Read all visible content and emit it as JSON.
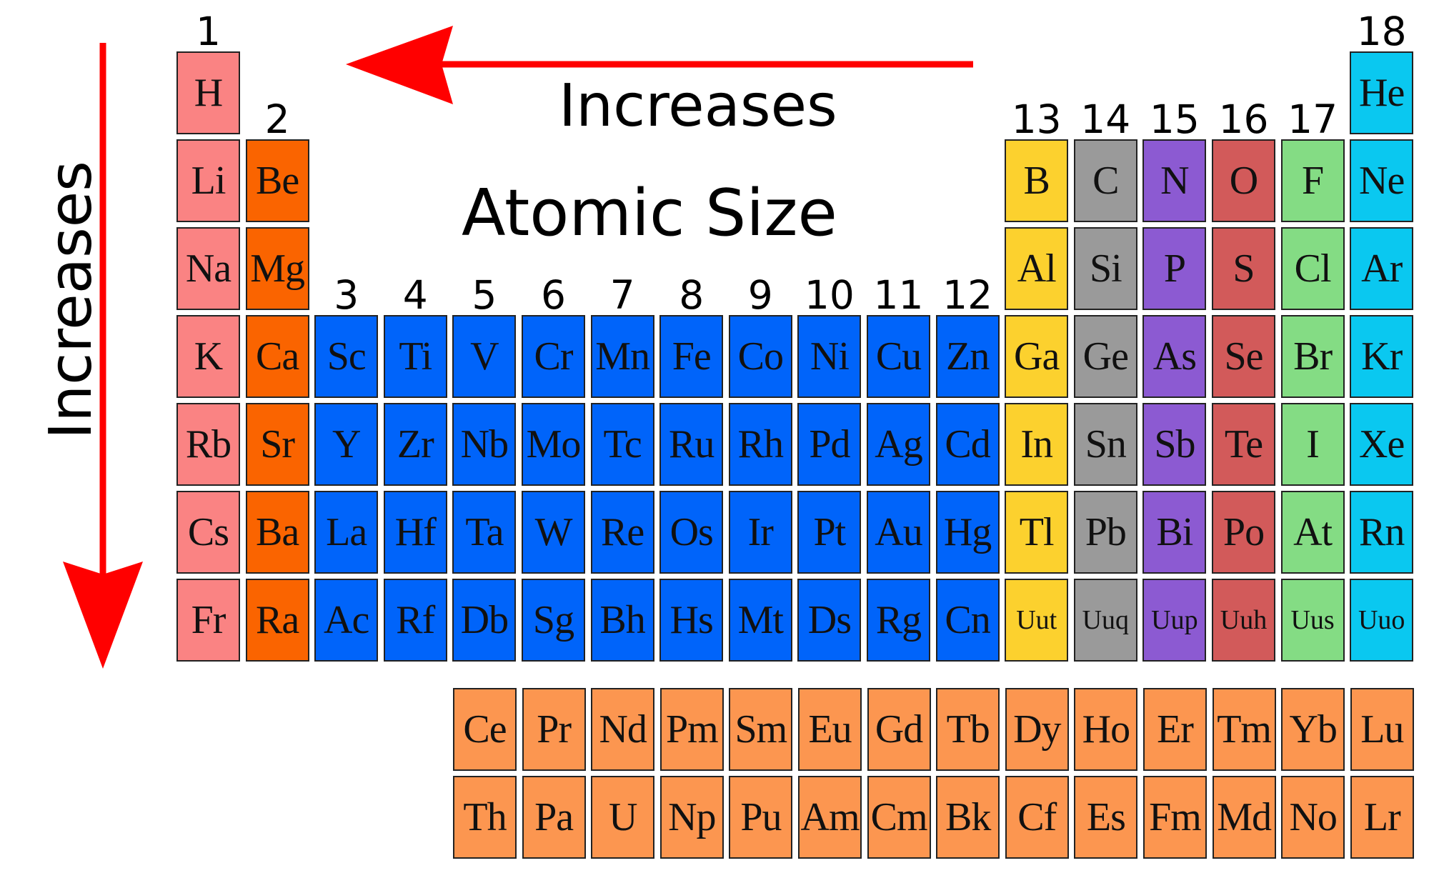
{
  "title": "Atomic Size",
  "trends": {
    "across_period": "Increases",
    "down_group": "Increases"
  },
  "colors": {
    "arrow": "#ff0000",
    "alkali_metal": "#fa8383",
    "alkaline_earth": "#fa6400",
    "transition_metal": "#0064fa",
    "group13": "#fcd12e",
    "group14": "#9a9a9a",
    "group15": "#8c5ad2",
    "group16": "#d25a5a",
    "group17": "#84dc84",
    "noble_gas": "#0ac8f0",
    "f_block": "#fc9650"
  },
  "group_numbers": [
    "1",
    "2",
    "3",
    "4",
    "5",
    "6",
    "7",
    "8",
    "9",
    "10",
    "11",
    "12",
    "13",
    "14",
    "15",
    "16",
    "17",
    "18"
  ],
  "periods": [
    [
      "H",
      "",
      "",
      "",
      "",
      "",
      "",
      "",
      "",
      "",
      "",
      "",
      "",
      "",
      "",
      "",
      "",
      "He"
    ],
    [
      "Li",
      "Be",
      "",
      "",
      "",
      "",
      "",
      "",
      "",
      "",
      "",
      "",
      "B",
      "C",
      "N",
      "O",
      "F",
      "Ne"
    ],
    [
      "Na",
      "Mg",
      "",
      "",
      "",
      "",
      "",
      "",
      "",
      "",
      "",
      "",
      "Al",
      "Si",
      "P",
      "S",
      "Cl",
      "Ar"
    ],
    [
      "K",
      "Ca",
      "Sc",
      "Ti",
      "V",
      "Cr",
      "Mn",
      "Fe",
      "Co",
      "Ni",
      "Cu",
      "Zn",
      "Ga",
      "Ge",
      "As",
      "Se",
      "Br",
      "Kr"
    ],
    [
      "Rb",
      "Sr",
      "Y",
      "Zr",
      "Nb",
      "Mo",
      "Tc",
      "Ru",
      "Rh",
      "Pd",
      "Ag",
      "Cd",
      "In",
      "Sn",
      "Sb",
      "Te",
      "I",
      "Xe"
    ],
    [
      "Cs",
      "Ba",
      "La",
      "Hf",
      "Ta",
      "W",
      "Re",
      "Os",
      "Ir",
      "Pt",
      "Au",
      "Hg",
      "Tl",
      "Pb",
      "Bi",
      "Po",
      "At",
      "Rn"
    ],
    [
      "Fr",
      "Ra",
      "Ac",
      "Rf",
      "Db",
      "Sg",
      "Bh",
      "Hs",
      "Mt",
      "Ds",
      "Rg",
      "Cn",
      "Uut",
      "Uuq",
      "Uup",
      "Uuh",
      "Uus",
      "Uuo"
    ]
  ],
  "lanthanides": [
    "Ce",
    "Pr",
    "Nd",
    "Pm",
    "Sm",
    "Eu",
    "Gd",
    "Tb",
    "Dy",
    "Ho",
    "Er",
    "Tm",
    "Yb",
    "Lu"
  ],
  "actinides": [
    "Th",
    "Pa",
    "U",
    "Np",
    "Pu",
    "Am",
    "Cm",
    "Bk",
    "Cf",
    "Es",
    "Fm",
    "Md",
    "No",
    "Lr"
  ]
}
